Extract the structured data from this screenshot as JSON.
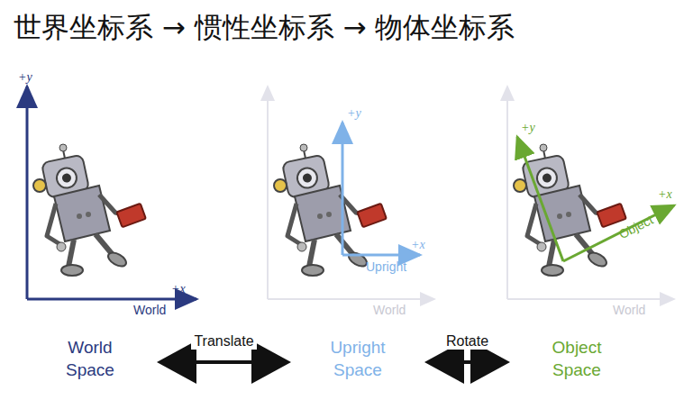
{
  "diagram": {
    "title": "世界坐标系 → 惯性坐标系 → 物体坐标系",
    "nodes": [
      {
        "text": [
          "World Space"
        ]
      },
      {
        "text": [
          "Upright Space"
        ]
      },
      {
        "text": [
          "Object Space"
        ]
      }
    ],
    "edges": [
      {
        "from": 0,
        "to": 1,
        "label": "Translate",
        "arrow": "both"
      },
      {
        "from": 1,
        "to": 2,
        "label": "Rotate",
        "arrow": "both"
      }
    ],
    "labels": [
      "+y",
      "+x",
      "World",
      "+y",
      "+x",
      "Upright",
      "World",
      "+y",
      "+x",
      "Object",
      "World"
    ]
  }
}
